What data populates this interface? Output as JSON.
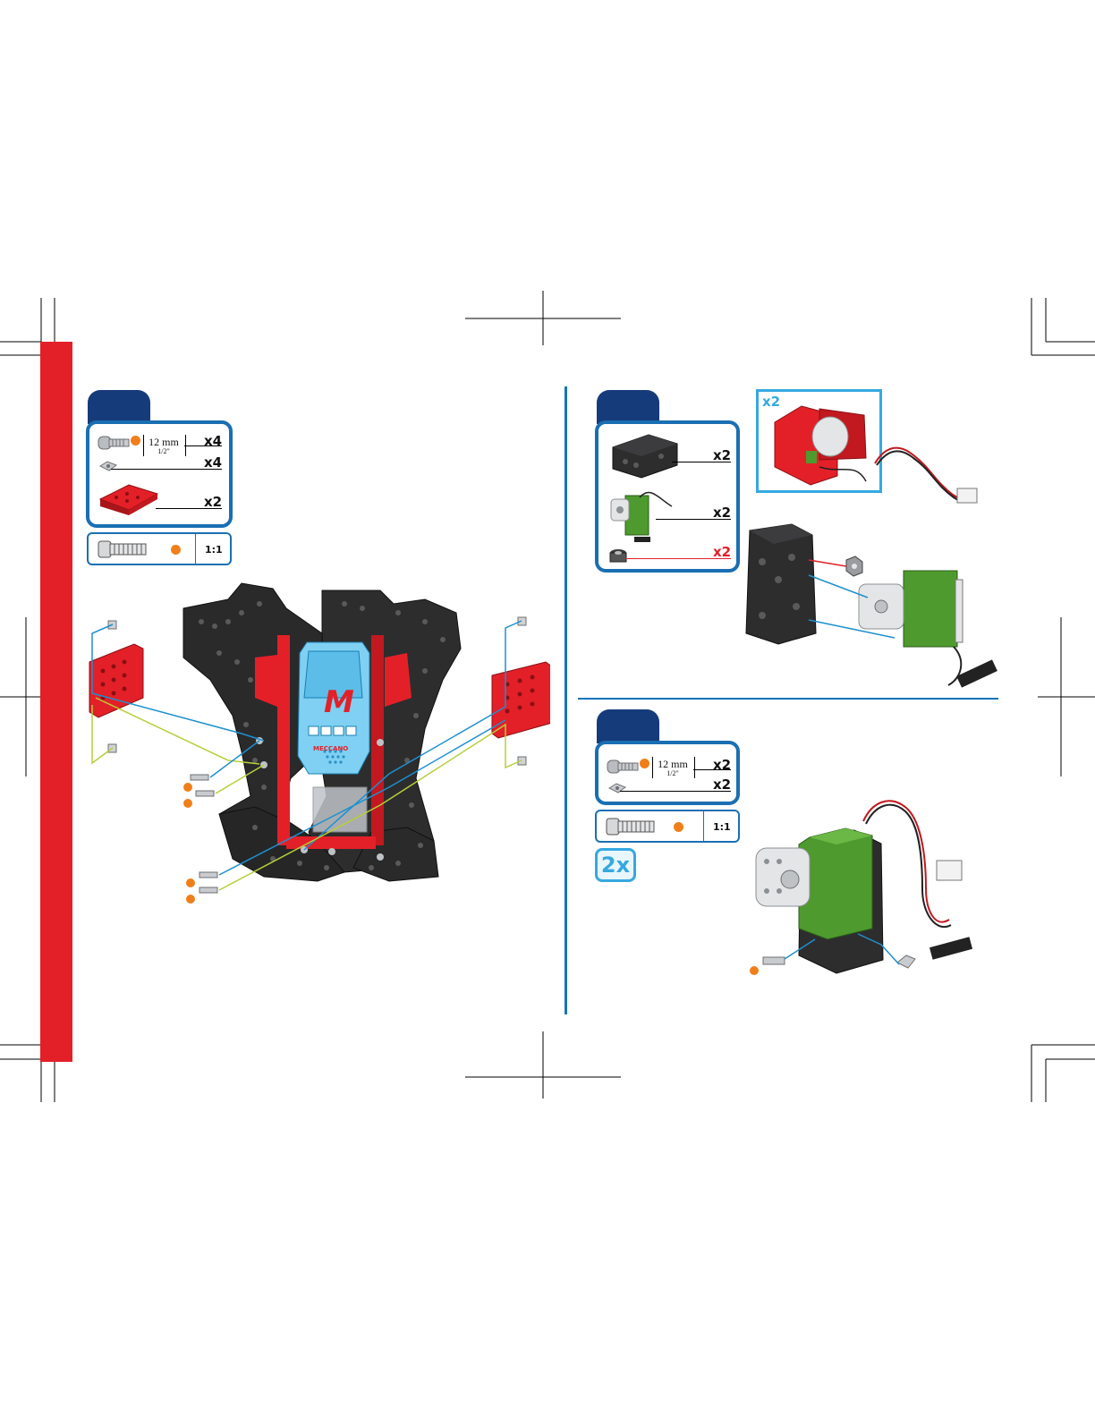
{
  "colors": {
    "accent_red": "#e32028",
    "box_blue": "#1a6fb3",
    "tab_navy": "#163b7a",
    "light_blue": "#35a9e0",
    "lime_line": "#b7cf3a",
    "servo_green": "#4e9a2e",
    "badge_orange": "#f07f1a"
  },
  "step_left": {
    "parts": [
      {
        "icon": "screw-icon",
        "length_mm": "12 mm",
        "length_in": "1/2\"",
        "qty": "x4"
      },
      {
        "icon": "square-nut-icon",
        "qty": "x4"
      },
      {
        "icon": "red-bracket-icon",
        "qty": "x2"
      }
    ],
    "scale": {
      "icon": "screw-scale-icon",
      "ratio": "1:1"
    },
    "diagram": {
      "logo_m": "M",
      "logo_word": "MECCANO"
    }
  },
  "step_right_top": {
    "parts": [
      {
        "icon": "black-housing-icon",
        "qty": "x2"
      },
      {
        "icon": "green-servo-icon",
        "qty": "x2"
      },
      {
        "icon": "nylon-nut-icon",
        "qty": "x2",
        "highlight": "red"
      }
    ],
    "inset_multiplier": "x2"
  },
  "step_right_bottom": {
    "parts": [
      {
        "icon": "screw-icon",
        "length_mm": "12 mm",
        "length_in": "1/2\"",
        "qty": "x2"
      },
      {
        "icon": "square-nut-icon",
        "qty": "x2"
      }
    ],
    "scale": {
      "icon": "screw-scale-icon",
      "ratio": "1:1"
    },
    "repeat_badge": "2x"
  }
}
